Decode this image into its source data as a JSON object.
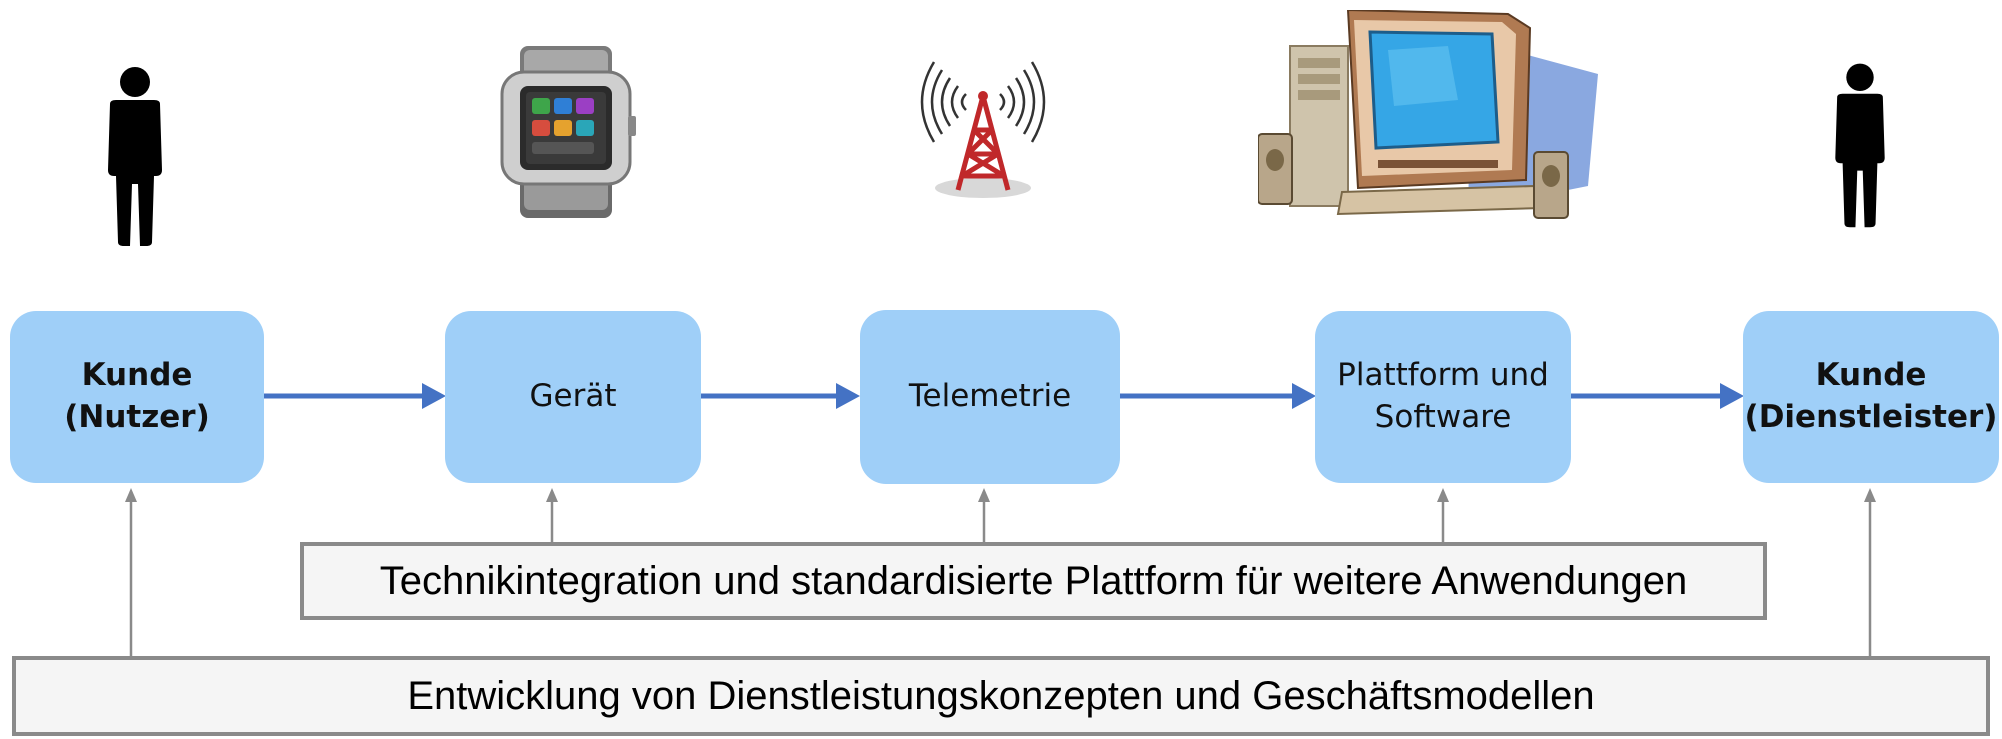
{
  "nodes": {
    "kunde_nutzer": {
      "line1": "Kunde",
      "line2": "(Nutzer)"
    },
    "geraet": {
      "line1": "Gerät"
    },
    "telemetrie": {
      "line1": "Telemetrie"
    },
    "plattform": {
      "line1": "Plattform und",
      "line2": "Software"
    },
    "kunde_dienstleister": {
      "line1": "Kunde",
      "line2": "(Dienstleister)"
    }
  },
  "bars": {
    "technik": "Technikintegration und standardisierte Plattform für weitere Anwendungen",
    "entwicklung": "Entwicklung von Dienstleistungskonzepten und Geschäftsmodellen"
  },
  "icons": {
    "person_left": "person-icon",
    "watch": "smartwatch-icon",
    "antenna": "antenna-tower-icon",
    "computer": "desktop-computer-icon",
    "person_right": "person-icon"
  },
  "colors": {
    "node_fill": "#9fcff8",
    "flow_arrow": "#4472c4",
    "support_arrow": "#8a8a8a",
    "bar_border": "#8a8a8a"
  }
}
